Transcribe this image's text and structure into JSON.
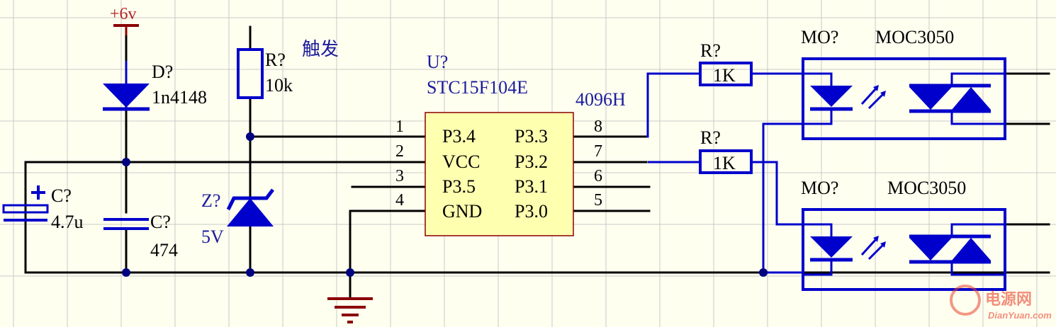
{
  "colors": {
    "background": "#fffff0",
    "grid": "#c8c8c8",
    "wire": "#000000",
    "component": "#0000cc",
    "junction": "#000080",
    "power_port": "#8b0000",
    "power_text": "#b22222",
    "ic_fill": "#ffffb0",
    "ic_border": "#8b0000",
    "pin_label": "#000000",
    "designator_blue": "#1b1b9c",
    "watermark": "#e8442c"
  },
  "power": {
    "vcc_label": "+6v"
  },
  "diode": {
    "designator": "D?",
    "value": "1n4148"
  },
  "resistor_trigger": {
    "designator": "R?",
    "value": "10k",
    "note": "触发"
  },
  "zener": {
    "designator": "Z?",
    "value": "5V"
  },
  "cap_electrolytic": {
    "designator": "C?",
    "value": "4.7u"
  },
  "cap_ceramic": {
    "designator": "C?",
    "value": "474"
  },
  "ic": {
    "designator": "U?",
    "part": "STC15F104E",
    "left_pins": [
      {
        "num": "1",
        "name": "P3.4"
      },
      {
        "num": "2",
        "name": "VCC"
      },
      {
        "num": "3",
        "name": "P3.5"
      },
      {
        "num": "4",
        "name": "GND"
      }
    ],
    "right_pins": [
      {
        "num": "8",
        "name": "P3.3"
      },
      {
        "num": "7",
        "name": "P3.2"
      },
      {
        "num": "6",
        "name": "P3.1"
      },
      {
        "num": "5",
        "name": "P3.0"
      }
    ]
  },
  "note_4096h": "4096H",
  "resistor_top": {
    "designator": "R?",
    "value": "1K"
  },
  "resistor_bottom": {
    "designator": "R?",
    "value": "1K"
  },
  "opto_top": {
    "designator": "MO?",
    "part": "MOC3050"
  },
  "opto_bottom": {
    "designator": "MO?",
    "part": "MOC3050"
  },
  "watermark": {
    "brand": "电源网",
    "url": "DianYuan.com"
  }
}
